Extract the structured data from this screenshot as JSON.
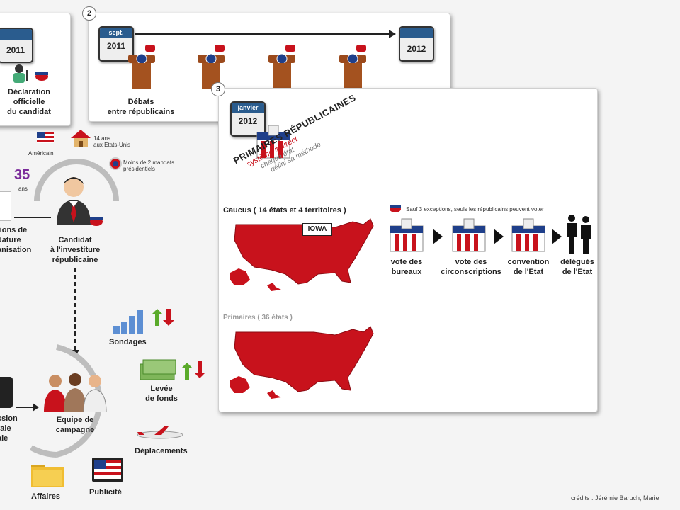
{
  "panel1": {
    "number": "",
    "calendar_year": "2011",
    "caption": [
      "Déclaration",
      "officielle",
      "du candidat"
    ]
  },
  "panel2": {
    "number": "2",
    "start_month": "sept.",
    "start_year": "2011",
    "end_year": "2012",
    "caption": [
      "Débats",
      "entre républicains"
    ]
  },
  "panel3": {
    "number": "3",
    "cal_month": "janvier",
    "cal_year": "2012",
    "stamp_lines": [
      "PRIMAIRES RÉPUBLICAINES",
      "système indirect",
      "chaque état",
      "défini sa méthode"
    ],
    "caucus_title": "Caucus ( 14 états et 4 territoires )",
    "iowa_label": "IOWA",
    "caucus_note": "Sauf 3 exceptions, seuls les républicains peuvent voter",
    "steps": [
      {
        "label": [
          "vote des",
          "bureaux"
        ]
      },
      {
        "label": [
          "vote des",
          "circonscriptions"
        ]
      },
      {
        "label": [
          "convention",
          "de l'Etat"
        ]
      },
      {
        "label": [
          "délégués",
          "de l'Etat"
        ]
      }
    ],
    "primaries_title": "Primaires ( 36 états )"
  },
  "candidate": {
    "age_number": "35",
    "age_unit": "ans",
    "american": "Américain",
    "residency": [
      "14 ans",
      "aux Etats-Unis"
    ],
    "mandates": [
      "Moins de 2 mandats",
      "présidentiels"
    ],
    "label": [
      "Candidat",
      "à l'investiture",
      "républicaine"
    ],
    "left_text": [
      "tions de",
      "dature",
      "anisation"
    ]
  },
  "campaign": {
    "label": [
      "Equipe de",
      "campagne"
    ],
    "left_text": [
      "ssion",
      "rale",
      "ale"
    ],
    "items": {
      "polls": "Sondages",
      "funds": [
        "Levée",
        "de fonds"
      ],
      "travel": "Déplacements",
      "business": "Affaires",
      "ads": "Publicité"
    }
  },
  "credits": "crédits : Jérémie Baruch, Marie",
  "colors": {
    "red": "#c8121c",
    "blue": "#1f3f8a",
    "accent_green": "#5aaa2a"
  }
}
